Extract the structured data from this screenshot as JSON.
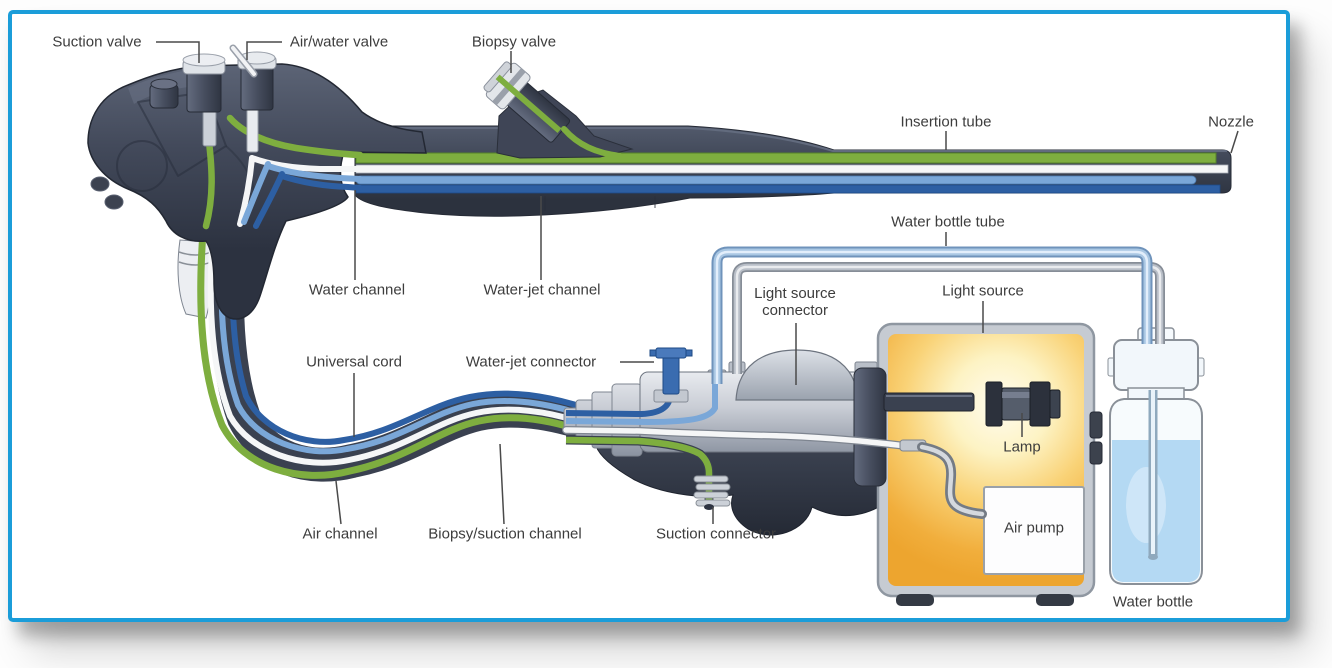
{
  "frame": {
    "border_color": "#1b9dd9"
  },
  "labels": {
    "suction_valve": "Suction valve",
    "air_water_valve": "Air/water valve",
    "biopsy_valve": "Biopsy valve",
    "insertion_tube": "Insertion tube",
    "nozzle": "Nozzle",
    "water_channel": "Water channel",
    "water_jet_channel": "Water-jet channel",
    "universal_cord": "Universal cord",
    "water_jet_connector": "Water-jet connector",
    "air_channel": "Air channel",
    "biopsy_suction_channel": "Biopsy/suction channel",
    "suction_connector": "Suction connector",
    "water_bottle_tube": "Water bottle tube",
    "light_source_connector_line1": "Light source",
    "light_source_connector_line2": "connector",
    "light_source": "Light source",
    "lamp": "Lamp",
    "air_pump": "Air pump",
    "water_bottle": "Water bottle"
  },
  "colors": {
    "frame_border": "#1b9dd9",
    "green_channel": "#7eae3f",
    "white_channel": "#f5f6f7",
    "light_blue_channel": "#7aa7d8",
    "dark_blue_channel": "#2d5fa3",
    "body_dark": "#3a4150",
    "connector_gray": "#c9cdd5",
    "light_source_orange": "#f0a835",
    "glow_center": "#fffcf0",
    "water_fill": "#b4d9f3",
    "label_text": "#3d3d3d"
  }
}
